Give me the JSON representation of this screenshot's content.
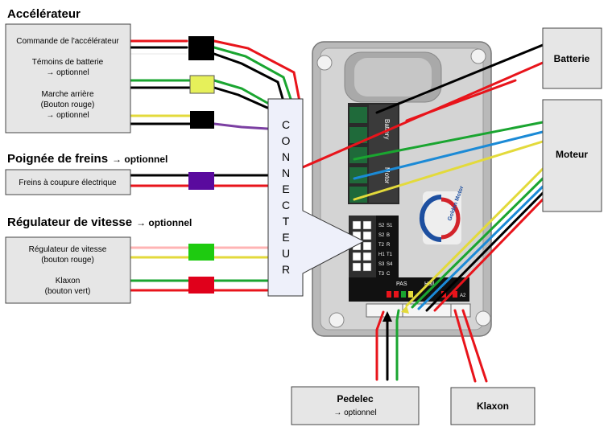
{
  "sections": {
    "accelerateur": {
      "title": "Accélérateur"
    },
    "freins": {
      "title": "Poignée de freins",
      "optional": "→ optionnel"
    },
    "regulateur": {
      "title": "Régulateur de vitesse",
      "optional": "→ optionnel"
    }
  },
  "labels": {
    "commande": "Commande de l'accélérateur",
    "temoins": "Témoins de batterie",
    "temoins_opt": "→ optionnel",
    "marche1": "Marche arrière",
    "marche2": "(Bouton rouge)",
    "marche_opt": "→ optionnel",
    "freins_coupure": "Freins à coupure électrique",
    "reg1": "Régulateur de vitesse",
    "reg2": "(bouton rouge)",
    "klaxon1": "Klaxon",
    "klaxon2": "(bouton vert)"
  },
  "connecteur": [
    "C",
    "O",
    "N",
    "N",
    "E",
    "C",
    "T",
    "E",
    "U",
    "R"
  ],
  "boxes": {
    "batterie": "Batterie",
    "moteur": "Moteur",
    "pedelec": "Pedelec",
    "pedelec_opt": "→ optionnel",
    "klaxon": "Klaxon"
  },
  "controller": {
    "logo": "Golden Motor",
    "battery_mark": "Battery",
    "motor_mark": "Motor",
    "top_pins": [
      "S1",
      "B",
      "R",
      "T1"
    ],
    "mid_pins": [
      "S2",
      "S2",
      "T2",
      "H1"
    ],
    "low_pins": [
      "S3",
      "S4",
      "T3",
      "C"
    ],
    "pas": "PAS",
    "hall": "Hall",
    "a2": "A2"
  },
  "colors": {
    "red": "#e8141b",
    "black": "#000000",
    "green": "#1aa530",
    "yellow": "#e3da3b",
    "blue": "#1b8ad6",
    "purple": "#7b3fa2",
    "white_wire": "#ffffff",
    "box_fill": "#e6e6e6",
    "connector_fill": "#eef0fa",
    "plug_black": "#000000",
    "plug_yellow": "#e6f05a",
    "plug_purple": "#5a0a9e",
    "plug_green": "#1ecb10",
    "plug_red": "#e0001b"
  }
}
